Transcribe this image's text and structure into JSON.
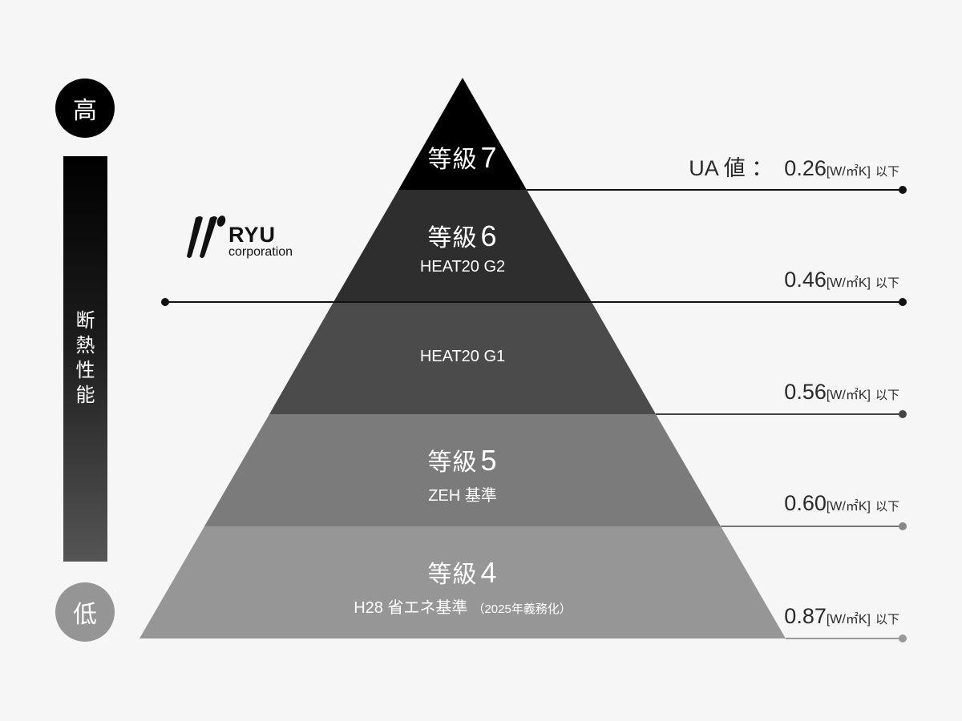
{
  "scale": {
    "high_label": "高",
    "low_label": "低",
    "axis_label_chars": [
      "断",
      "熱",
      "性",
      "能"
    ],
    "high_color": "#000000",
    "low_color": "#959595"
  },
  "logo": {
    "name": "RYU",
    "sub": "corporation"
  },
  "tiers": [
    {
      "title": "等級",
      "number": "7",
      "subtitle": "",
      "subtitle_small": "",
      "color": "#000000"
    },
    {
      "title": "等級",
      "number": "6",
      "subtitle": "HEAT20 G2",
      "subtitle_small": "",
      "color": "#2e2e2e"
    },
    {
      "title": "",
      "number": "",
      "subtitle": "HEAT20 G1",
      "subtitle_small": "",
      "color": "#4b4b4b"
    },
    {
      "title": "等級",
      "number": "5",
      "subtitle": "ZEH 基準",
      "subtitle_small": "",
      "color": "#7b7b7b"
    },
    {
      "title": "等級",
      "number": "4",
      "subtitle": "H28 省エネ基準",
      "subtitle_small": "（2025年義務化）",
      "color": "#969696"
    }
  ],
  "ua_values": [
    {
      "prefix": "UA 値 ：",
      "value": "0.26",
      "unit": "[W/㎡K]",
      "suffix": "以下",
      "line_color": "#111111"
    },
    {
      "prefix": "",
      "value": "0.46",
      "unit": "[W/㎡K]",
      "suffix": "以下",
      "line_color": "#111111"
    },
    {
      "prefix": "",
      "value": "0.56",
      "unit": "[W/㎡K]",
      "suffix": "以下",
      "line_color": "#444444"
    },
    {
      "prefix": "",
      "value": "0.60",
      "unit": "[W/㎡K]",
      "suffix": "以下",
      "line_color": "#777777"
    },
    {
      "prefix": "",
      "value": "0.87",
      "unit": "[W/㎡K]",
      "suffix": "以下",
      "line_color": "#999999"
    }
  ]
}
